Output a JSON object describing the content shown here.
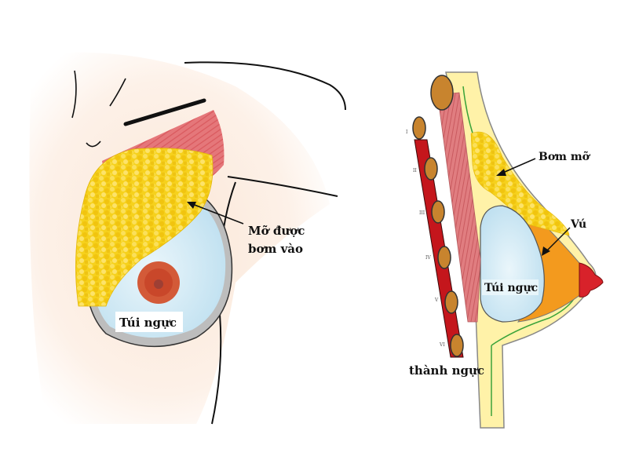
{
  "labels": {
    "injected_fat": [
      "Mỡ được",
      "bơm vào"
    ],
    "implant_front": "Túi ngực",
    "fat_graft": "Bơm mỡ",
    "breast": "Vú",
    "implant_side": "Túi ngực",
    "chest_wall": "thành ngực"
  },
  "rib_numerals": [
    "I",
    "II",
    "III",
    "IV",
    "V",
    "VI"
  ],
  "colors": {
    "fat": "#f6d11c",
    "muscle": "#e5777a",
    "implant": "#cfe8f4",
    "skin": "#fbeee2",
    "breast_tissue": "#f39a1e",
    "nipple": "#d8222a",
    "rib": "#c8842e"
  }
}
